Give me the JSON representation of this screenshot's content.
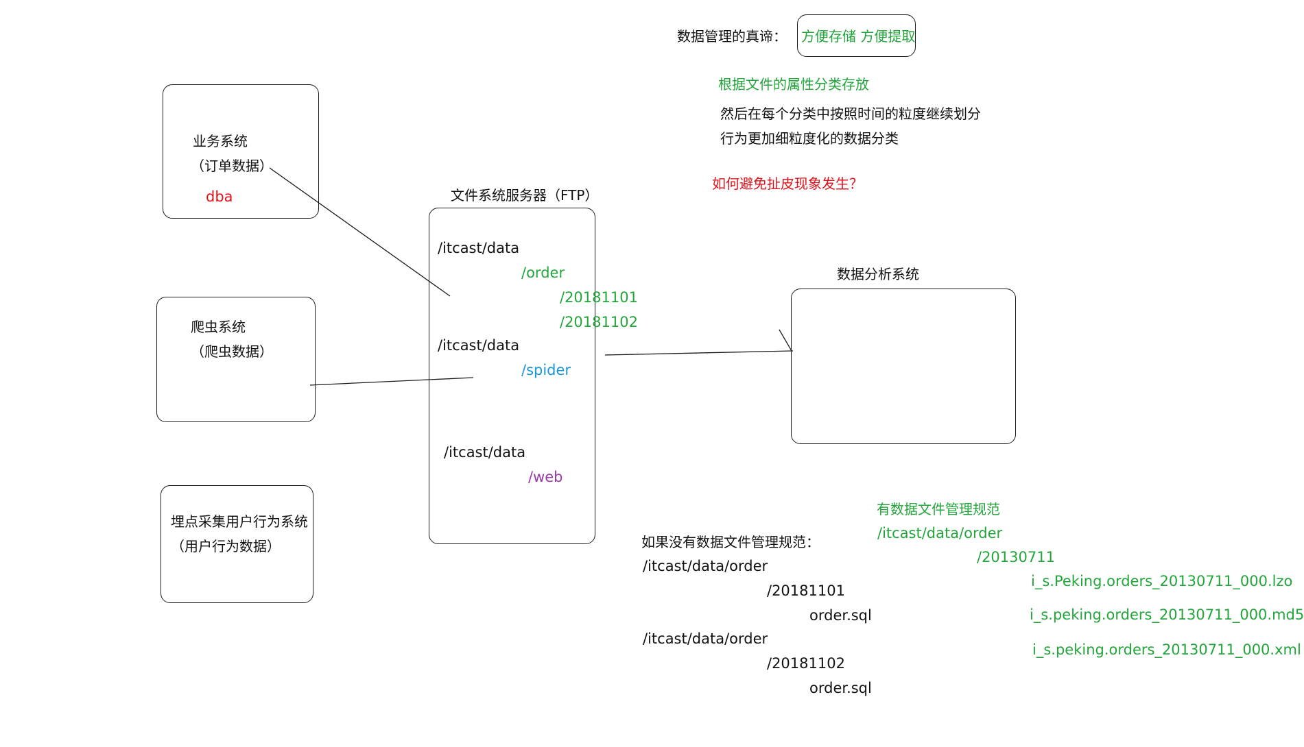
{
  "header": {
    "truth_label": "数据管理的真谛：",
    "truth_value": "方便存储 方便提取",
    "note_green": "根据文件的属性分类存放",
    "note_line1": "然后在每个分类中按照时间的粒度继续划分",
    "note_line2": "行为更加细粒度化的数据分类",
    "question": "如何避免扯皮现象发生？"
  },
  "sources": {
    "business": {
      "title": "业务系统",
      "subtitle": "（订单数据）",
      "owner": "dba"
    },
    "crawler": {
      "title": "爬虫系统",
      "subtitle": "（爬虫数据）"
    },
    "tracking": {
      "title": "埋点采集用户行为系统",
      "subtitle": "（用户行为数据）"
    }
  },
  "ftp": {
    "title": "文件系统服务器（FTP）",
    "order_root": "/itcast/data",
    "order_dir": "/order",
    "order_date1": "/20181101",
    "order_date2": "/20181102",
    "spider_root": "/itcast/data",
    "spider_dir": "/spider",
    "web_root": "/itcast/data",
    "web_dir": "/web"
  },
  "analysis": {
    "title": "数据分析系统"
  },
  "without_spec": {
    "heading": "如果没有数据文件管理规范：",
    "path1": "/itcast/data/order",
    "date1": "/20181101",
    "file1": "order.sql",
    "path2": "/itcast/data/order",
    "date2": "/20181102",
    "file2": "order.sql"
  },
  "with_spec": {
    "heading": "有数据文件管理规范",
    "path": "/itcast/data/order",
    "date": "/20130711",
    "file_lzo": "i_s.Peking.orders_20130711_000.lzo",
    "file_md5": "i_s.peking.orders_20130711_000.md5",
    "file_xml": "i_s.peking.orders_20130711_000.xml"
  },
  "colors": {
    "green": "#22a53a",
    "red": "#e0131b",
    "blue": "#1a95d8",
    "purple": "#9b3aa6"
  }
}
